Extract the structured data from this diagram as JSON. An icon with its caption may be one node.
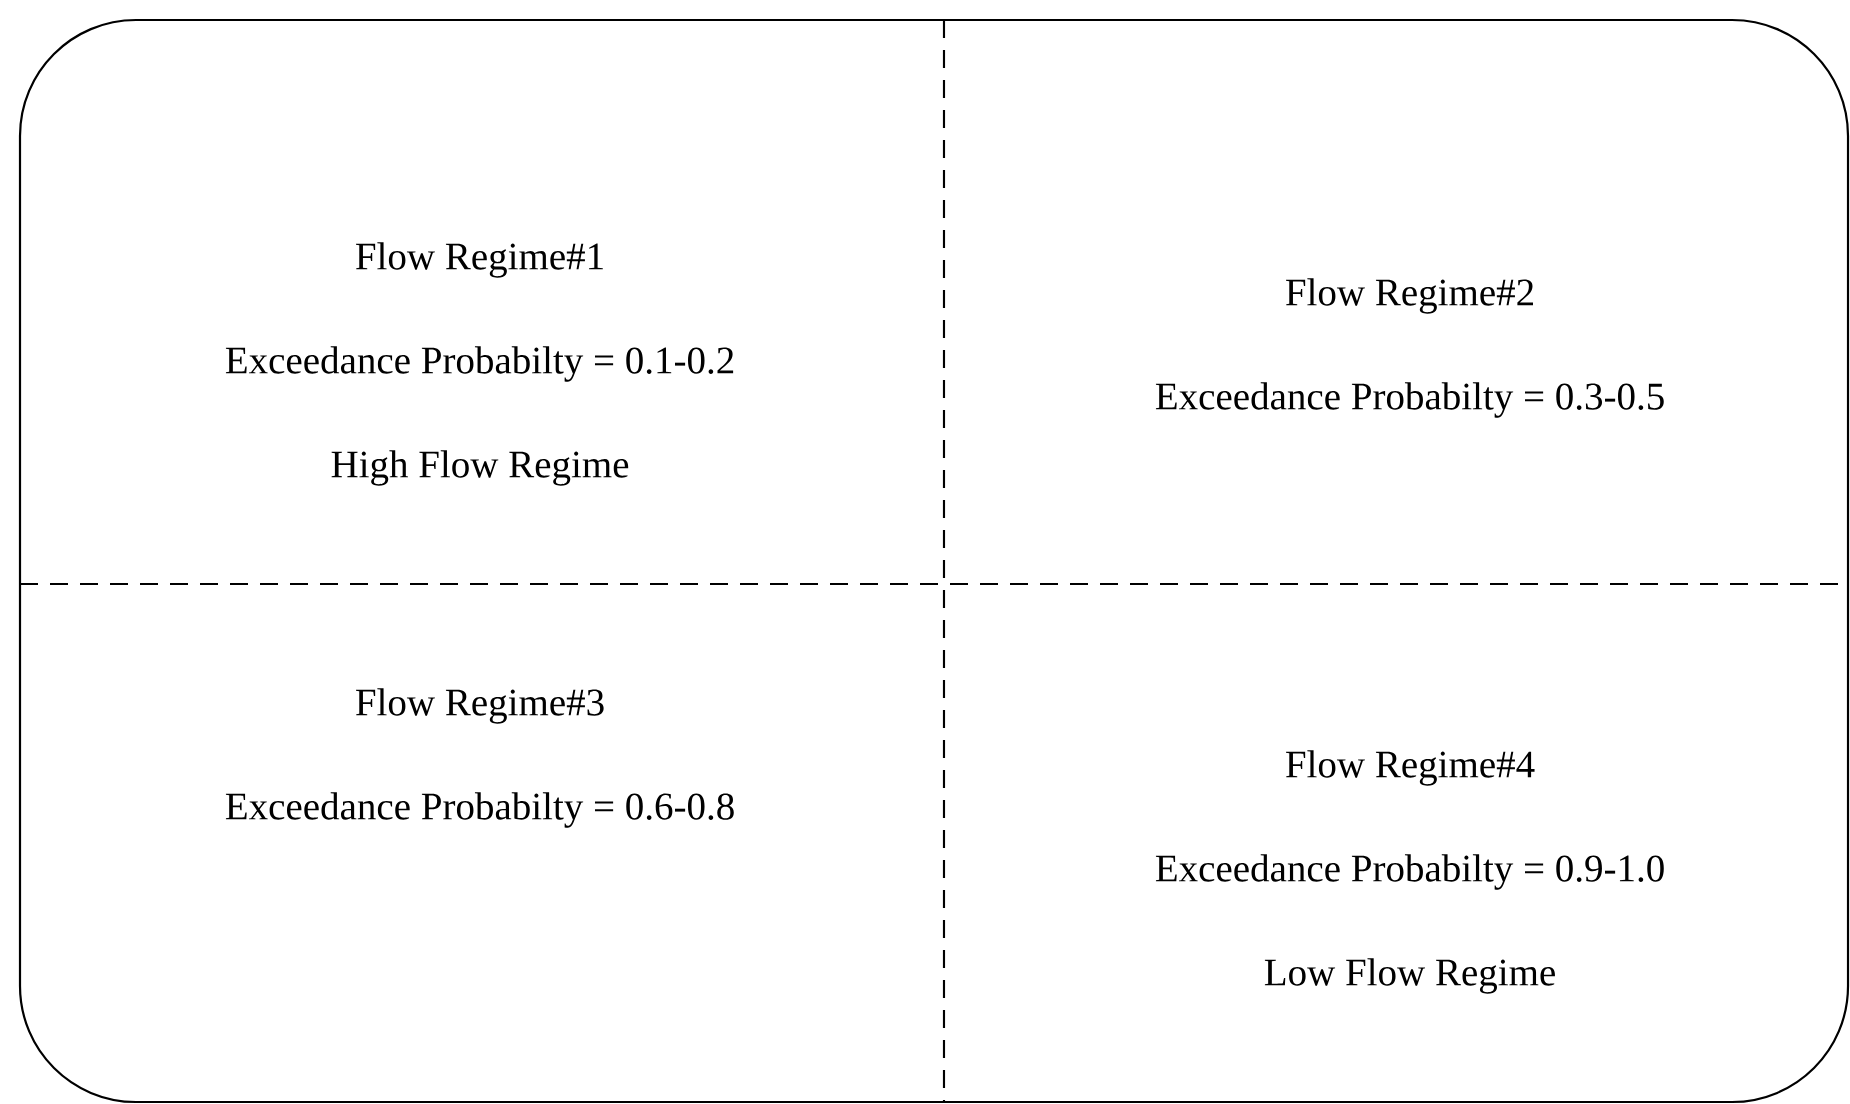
{
  "diagram": {
    "nodes": [
      {
        "text": [
          "Flow Regime#1",
          "Exceedance Probabilty = 0.1-0.2",
          "High Flow Regime"
        ]
      },
      {
        "text": [
          "Flow Regime#2",
          "Exceedance Probabilty = 0.3-0.5"
        ]
      },
      {
        "text": [
          "Flow Regime#3",
          "Exceedance Probabilty = 0.6-0.8"
        ]
      },
      {
        "text": [
          "Flow Regime#4",
          "Exceedance Probabilty = 0.9-1.0",
          "Low Flow Regime"
        ]
      }
    ]
  }
}
